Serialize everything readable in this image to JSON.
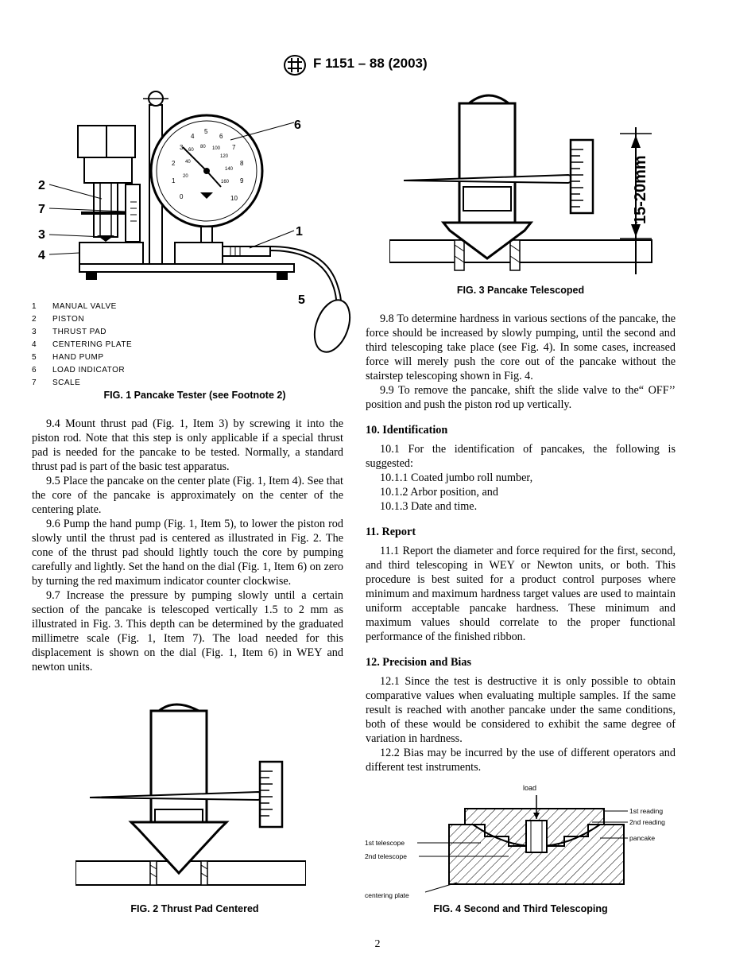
{
  "header": {
    "designation": "F 1151 – 88 (2003)"
  },
  "figures": {
    "fig1": {
      "caption": "FIG. 1 Pancake Tester (see Footnote 2)",
      "callouts": [
        "1",
        "2",
        "3",
        "4",
        "5",
        "6",
        "7"
      ],
      "dial_numbers": [
        "5",
        "4",
        "6",
        "3",
        "7",
        "2",
        "8",
        "1",
        "9",
        "0",
        "10",
        "60",
        "80",
        "100",
        "120",
        "40",
        "140",
        "20",
        "160"
      ],
      "legend": [
        {
          "num": "1",
          "label": "MANUAL VALVE"
        },
        {
          "num": "2",
          "label": "PISTON"
        },
        {
          "num": "3",
          "label": "THRUST PAD"
        },
        {
          "num": "4",
          "label": "CENTERING PLATE"
        },
        {
          "num": "5",
          "label": "HAND PUMP"
        },
        {
          "num": "6",
          "label": "LOAD INDICATOR"
        },
        {
          "num": "7",
          "label": "SCALE"
        }
      ]
    },
    "fig2": {
      "caption": "FIG. 2 Thrust Pad Centered"
    },
    "fig3": {
      "caption": "FIG. 3 Pancake Telescoped",
      "dimension": "15-20mm"
    },
    "fig4": {
      "caption": "FIG. 4 Second and Third Telescoping",
      "labels": {
        "load": "load",
        "first_reading": "1st reading",
        "second_reading": "2nd reading",
        "pancake": "pancake",
        "first_telescope": "1st telescope",
        "second_telescope": "2nd telescope",
        "centering_plate": "centering plate"
      }
    }
  },
  "left_column": {
    "p94": "9.4 Mount thrust pad (Fig. 1, Item 3) by screwing it into the piston rod. Note that this step is only applicable if a special thrust pad is needed for the pancake to be tested. Normally, a standard thrust pad is part of the basic test apparatus.",
    "p95": "9.5 Place the pancake on the center plate (Fig. 1, Item 4). See that the core of the pancake is approximately on the center of the centering plate.",
    "p96": "9.6 Pump the hand pump (Fig. 1, Item 5), to lower the piston rod slowly until the thrust pad is centered as illustrated in Fig. 2. The cone of the thrust pad should lightly touch the core by pumping carefully and lightly. Set the hand on the dial (Fig. 1, Item 6) on zero by turning the red maximum indicator counter clockwise.",
    "p97": "9.7 Increase the pressure by pumping slowly until a certain section of the pancake is telescoped vertically 1.5 to 2 mm as illustrated in Fig. 3. This depth can be determined by the graduated millimetre scale (Fig. 1, Item 7). The load needed for this displacement is shown on the dial (Fig. 1, Item 6) in WEY and newton units."
  },
  "right_column": {
    "p98": "9.8 To determine hardness in various sections of the pancake, the force should be increased by slowly pumping, until the second and third telescoping take place (see Fig. 4). In some cases, increased force will merely push the core out of the pancake without the stairstep telescoping shown in Fig. 4.",
    "p99": "9.9 To remove the pancake, shift the slide valve to the“ OFF’’ position and push the piston rod up vertically.",
    "h10": "10. Identification",
    "p101": "10.1 For the identification of pancakes, the following is suggested:",
    "p1011": "10.1.1 Coated jumbo roll number,",
    "p1012": "10.1.2 Arbor position, and",
    "p1013": "10.1.3 Date and time.",
    "h11": "11. Report",
    "p111": "11.1 Report the diameter and force required for the first, second, and third telescoping in WEY or Newton units, or both. This procedure is best suited for a product control purposes where minimum and maximum hardness target values are used to maintain uniform acceptable pancake hardness. These minimum and maximum values should correlate to the proper functional performance of the finished ribbon.",
    "h12": "12. Precision and Bias",
    "p121": "12.1 Since the test is destructive it is only possible to obtain comparative values when evaluating multiple samples. If the same result is reached with another pancake under the same conditions, both of these would be considered to exhibit the same degree of variation in hardness.",
    "p122": "12.2 Bias may be incurred by the use of different operators and different test instruments."
  },
  "footer": {
    "page_number": "2"
  }
}
